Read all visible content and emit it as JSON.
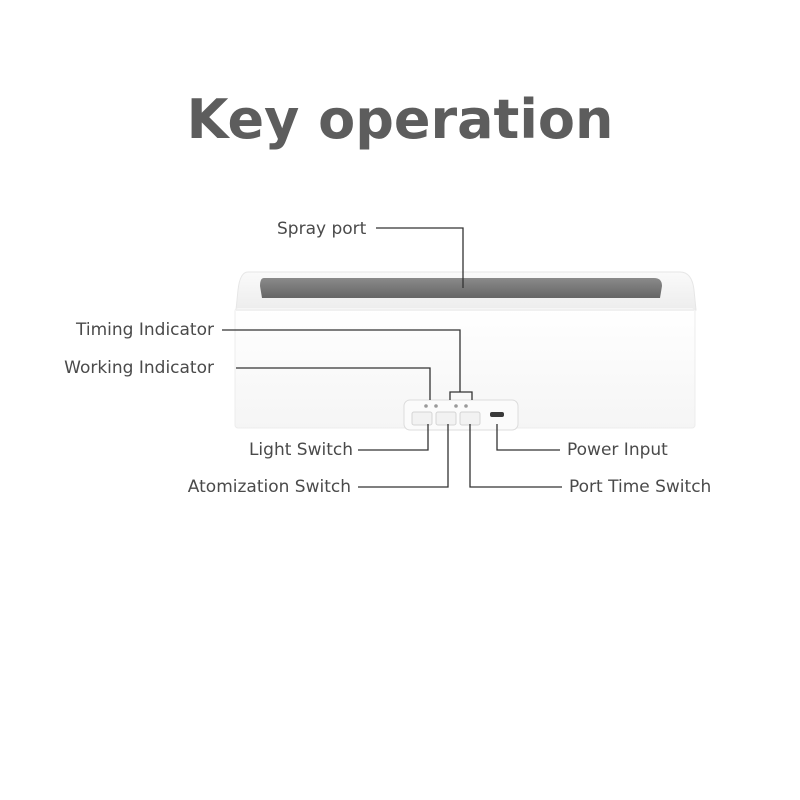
{
  "title": "Key operation",
  "labels": {
    "spray_port": "Spray port",
    "timing_indicator": "Timing Indicator",
    "working_indicator": "Working Indicator",
    "light_switch": "Light Switch",
    "atomization_switch": "Atomization Switch",
    "power_input": "Power Input",
    "port_time_switch": "Port Time Switch"
  },
  "colors": {
    "title": "#5d5d5d",
    "text": "#4a4a4a",
    "device_body": "#f7f7f7",
    "spray_slot": "#6f6f6f",
    "leader_line": "#333333"
  }
}
